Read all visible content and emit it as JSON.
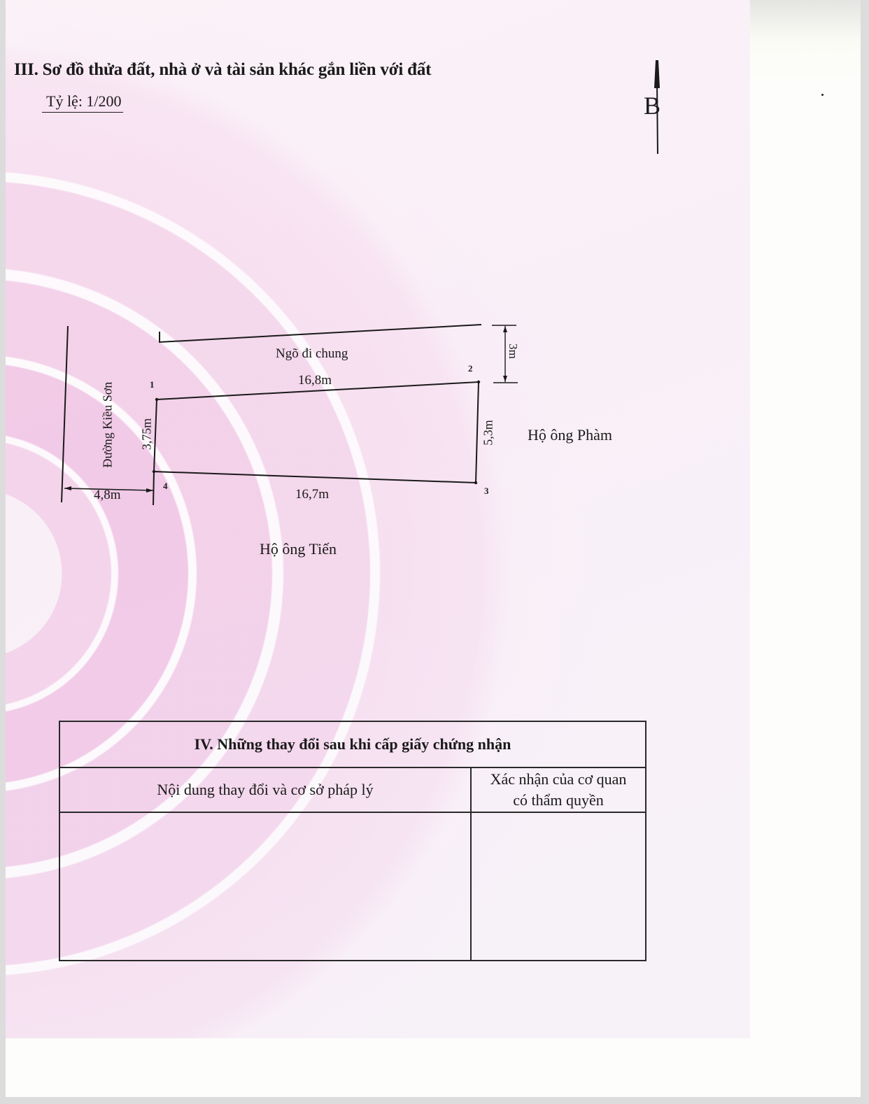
{
  "section3": {
    "title": "III. Sơ đồ thửa đất, nhà ở và tài sản khác gắn liền với đất",
    "scale": "Tỷ lệ: 1/200",
    "north_label": "B"
  },
  "plot": {
    "road_label": "Đường Kiều Sơn",
    "lane_label": "Ngõ đi chung",
    "lane_width": "3m",
    "road_offset": "4,8m",
    "points": [
      "1",
      "2",
      "3",
      "4"
    ],
    "edges": {
      "top_1_2": "16,8m",
      "right_2_3": "5,3m",
      "bottom_3_4": "16,7m",
      "left_4_1": "3,75m"
    },
    "neighbors": {
      "east": "Hộ ông Phàm",
      "south": "Hộ ông Tiến"
    }
  },
  "section4": {
    "title": "IV. Những thay đổi sau khi cấp giấy chứng nhận",
    "columns": [
      "Nội dung thay đổi và cơ sở pháp lý",
      "Xác nhận của cơ quan có thẩm quyền"
    ],
    "column2_lines": [
      "Xác nhận của cơ quan",
      "có thẩm quyền"
    ],
    "rows": [
      [
        "",
        ""
      ]
    ]
  },
  "colors": {
    "background_pattern": "#f0bee1",
    "paper": "#fdfdfb",
    "ink": "#1a1a1a"
  }
}
